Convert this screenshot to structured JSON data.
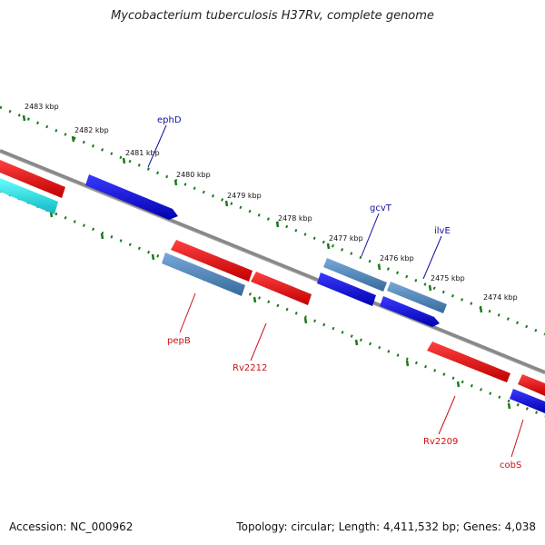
{
  "title": "Mycobacterium tuberculosis H37Rv, complete genome",
  "footer": {
    "accession": "Accession: NC_000962",
    "summary": "Topology: circular; Length: 4,411,532 bp; Genes: 4,038"
  },
  "ruler": {
    "ticks": [
      "2483 kbp",
      "2482 kbp",
      "2481 kbp",
      "2480 kbp",
      "2479 kbp",
      "2478 kbp",
      "2477 kbp",
      "2476 kbp",
      "2475 kbp",
      "2474 kbp"
    ]
  },
  "genes": {
    "forward": [
      "ephD",
      "gcvT",
      "ilvE"
    ],
    "reverse": [
      "pepB",
      "Rv2212",
      "Rv2209",
      "cobS"
    ]
  },
  "colors": {
    "forward_gene": "#0a0ad8",
    "forward_gene_alt": "#4a80b8",
    "reverse_gene": "#ee1111",
    "cyan_feature": "#22e0e6",
    "backbone": "#808080",
    "tick": "#1a7a1a",
    "forward_label": "#1010a0",
    "reverse_label": "#cc1010"
  }
}
